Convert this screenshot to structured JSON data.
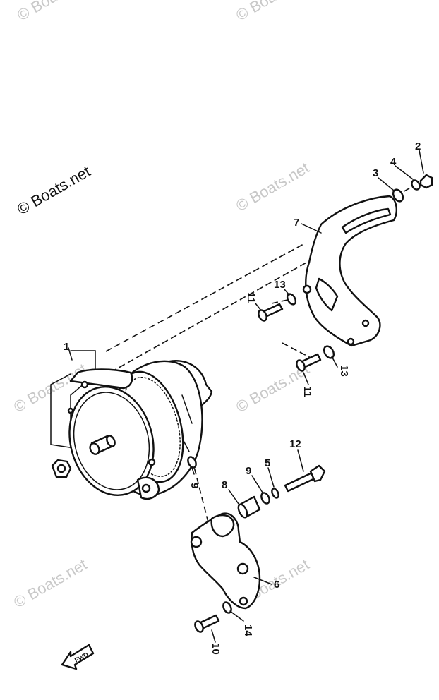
{
  "watermark": {
    "text": "© Boats.net",
    "prominent_text": "© Boats.net"
  },
  "callouts": [
    {
      "id": "c1",
      "label": "1"
    },
    {
      "id": "c2",
      "label": "2"
    },
    {
      "id": "c3",
      "label": "3"
    },
    {
      "id": "c4",
      "label": "4"
    },
    {
      "id": "c5",
      "label": "5"
    },
    {
      "id": "c6",
      "label": "6"
    },
    {
      "id": "c7",
      "label": "7"
    },
    {
      "id": "c8",
      "label": "8"
    },
    {
      "id": "c9a",
      "label": "9"
    },
    {
      "id": "c9b",
      "label": "9"
    },
    {
      "id": "c10",
      "label": "10"
    },
    {
      "id": "c11a",
      "label": "11"
    },
    {
      "id": "c11b",
      "label": "11"
    },
    {
      "id": "c12",
      "label": "12"
    },
    {
      "id": "c13a",
      "label": "13"
    },
    {
      "id": "c13b",
      "label": "13"
    },
    {
      "id": "c14",
      "label": "14"
    }
  ],
  "forward_marker": {
    "text": "FWD",
    "icon": "forward-arrow-icon"
  }
}
